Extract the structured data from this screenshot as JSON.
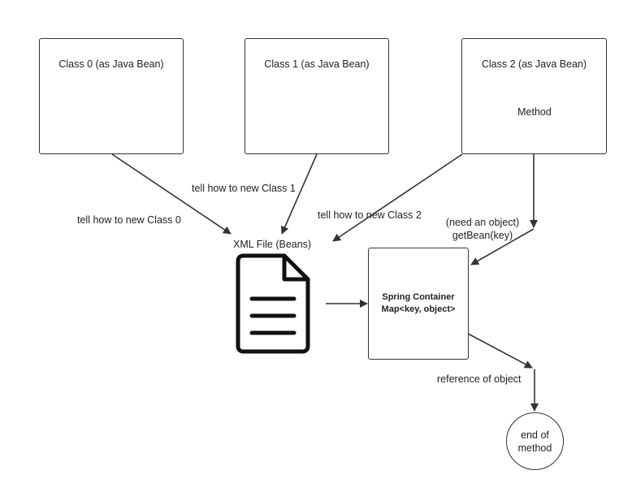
{
  "nodes": {
    "class0": "Class 0 (as Java Bean)",
    "class1": "Class 1 (as Java Bean)",
    "class2": "Class 2 (as Java Bean)",
    "method": "Method",
    "xml_file": "XML File (Beans)",
    "spring_line1": "Spring Container",
    "spring_line2": "Map<key, object>",
    "end_line1": "end of",
    "end_line2": "method"
  },
  "edges": {
    "class0_to_xml": "tell how to new Class 0",
    "class1_to_xml": "tell how to new Class 1",
    "class2_to_xml": "tell how to new Class 2",
    "method_to_spring_line1": "(need an object)",
    "method_to_spring_line2": "getBean(key)",
    "spring_to_end": "reference of object"
  },
  "icons": {
    "document": "document-icon"
  }
}
